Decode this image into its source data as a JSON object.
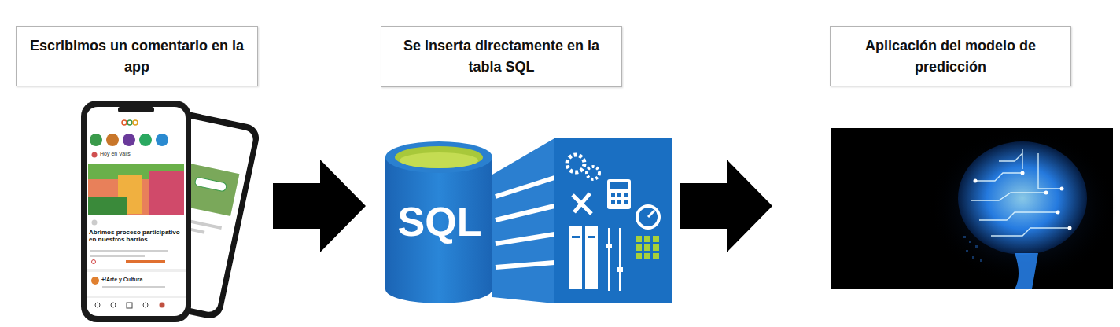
{
  "diagram": {
    "nodes": [
      {
        "text": [
          "Escribimos un comentario en la app"
        ]
      },
      {
        "text": [
          "Se inserta directamente en la tabla SQL"
        ]
      },
      {
        "text": [
          "Aplicación del modelo de predicción"
        ]
      }
    ],
    "edges": [
      {
        "from": 0,
        "to": 1,
        "arrow": "to"
      },
      {
        "from": 1,
        "to": 2,
        "arrow": "to"
      }
    ],
    "labels": [
      "Hoy en Valls",
      "Abrimos proceso participativo en nuestros barrios",
      "+/Arte y Cultura",
      "SQL"
    ]
  }
}
